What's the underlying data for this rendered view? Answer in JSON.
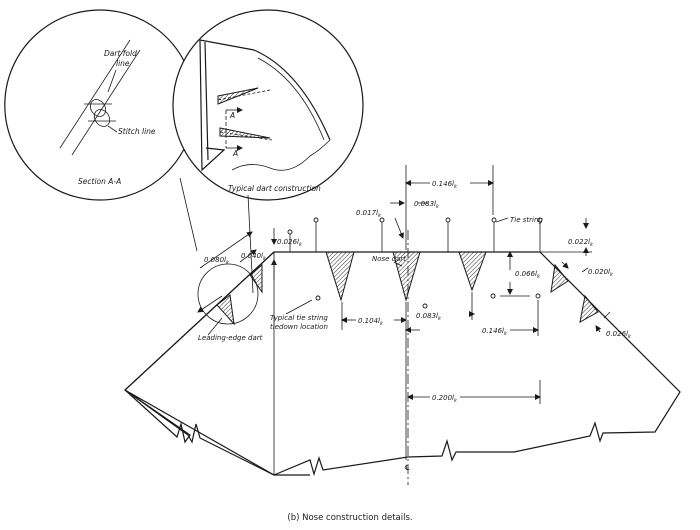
{
  "figure": {
    "caption": "(b) Nose construction details."
  },
  "detail_left": {
    "fold_line": "Dart fold line",
    "stitch_line": "Stitch line",
    "section": "Section A-A"
  },
  "detail_right": {
    "title": "Typical dart construction",
    "section_marks": [
      "A",
      "A"
    ]
  },
  "labels": {
    "tie_string": "Tie string",
    "nose_dart": "Nose dart",
    "tiedown_line1": "Typical tie string",
    "tiedown_line2": "tiedown location",
    "leading_edge_dart": "Leading-edge dart",
    "centerline": "℄"
  },
  "dimensions": {
    "d_0146_top": "0.146l",
    "d_0017": "0.017l",
    "d_0083_top": "0.083l",
    "d_0026_left": "0.026l",
    "d_0022": "0.022l",
    "d_0080": "0.080l",
    "d_0040": "0.040l",
    "d_0066": "0.066l",
    "d_0020": "0.020l",
    "d_0104": "0.104l",
    "d_0083_bot": "0.083l",
    "d_0146_bot": "0.146l",
    "d_0026_right": "0.026l",
    "d_0200": "0.200l",
    "subscript": "k"
  }
}
